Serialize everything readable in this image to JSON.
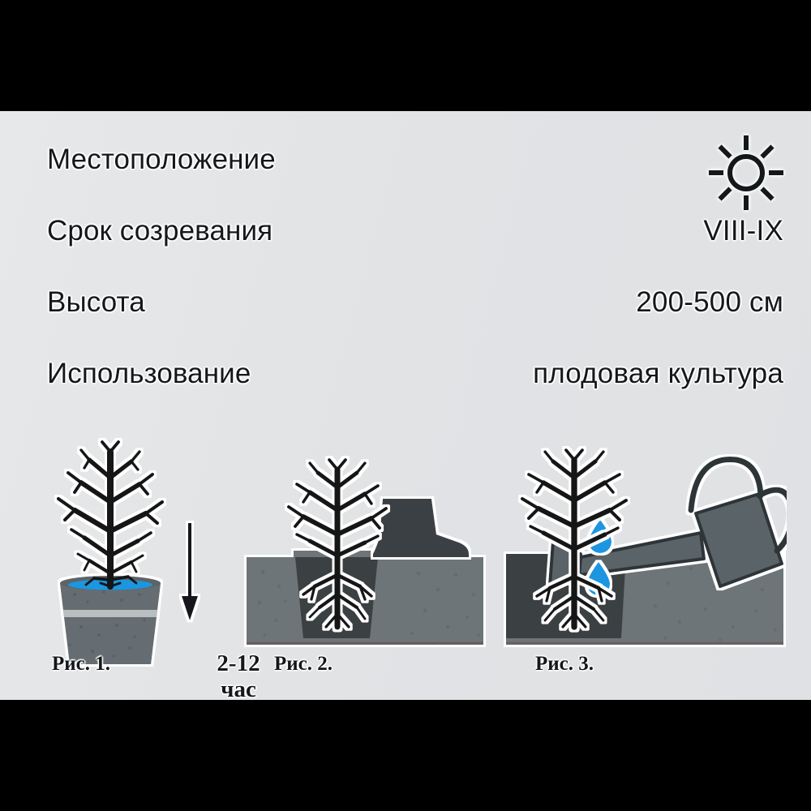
{
  "card": {
    "background_color": "#e2e4e6",
    "letterbox_color": "#000000"
  },
  "specs": [
    {
      "label": "Местоположение",
      "value": "",
      "icon": "sun-icon",
      "has_icon": true
    },
    {
      "label": "Срок созревания",
      "value": "VIII-IX",
      "has_icon": false
    },
    {
      "label": "Высота",
      "value": "200-500 см",
      "has_icon": false
    },
    {
      "label": "Использование",
      "value": "плодовая культура",
      "has_icon": false
    }
  ],
  "figures": [
    {
      "caption": "Рис. 1.",
      "description": "sapling-in-bucket-of-water",
      "annotation": {
        "line1": "2-12",
        "line2": "час"
      },
      "icons": [
        "bare-sapling-icon",
        "bucket-icon",
        "water-surface-icon",
        "down-arrow-icon"
      ]
    },
    {
      "caption": "Рис. 2.",
      "description": "sapling-planted-in-hole-with-boot-tamping-soil",
      "icons": [
        "bare-sapling-icon",
        "ground-cross-section-icon",
        "boot-icon"
      ]
    },
    {
      "caption": "Рис. 3.",
      "description": "planted-sapling-being-watered-from-watering-can",
      "icons": [
        "bare-sapling-icon",
        "ground-cross-section-icon",
        "watering-can-icon",
        "water-drop-icon"
      ]
    }
  ],
  "colors": {
    "text": "#15181a",
    "water_blue": "#1e96e0",
    "ground_light": "#6e7578",
    "ground_dark": "#3a4042",
    "plant_black": "#121416",
    "metal_gray": "#5a6368"
  }
}
